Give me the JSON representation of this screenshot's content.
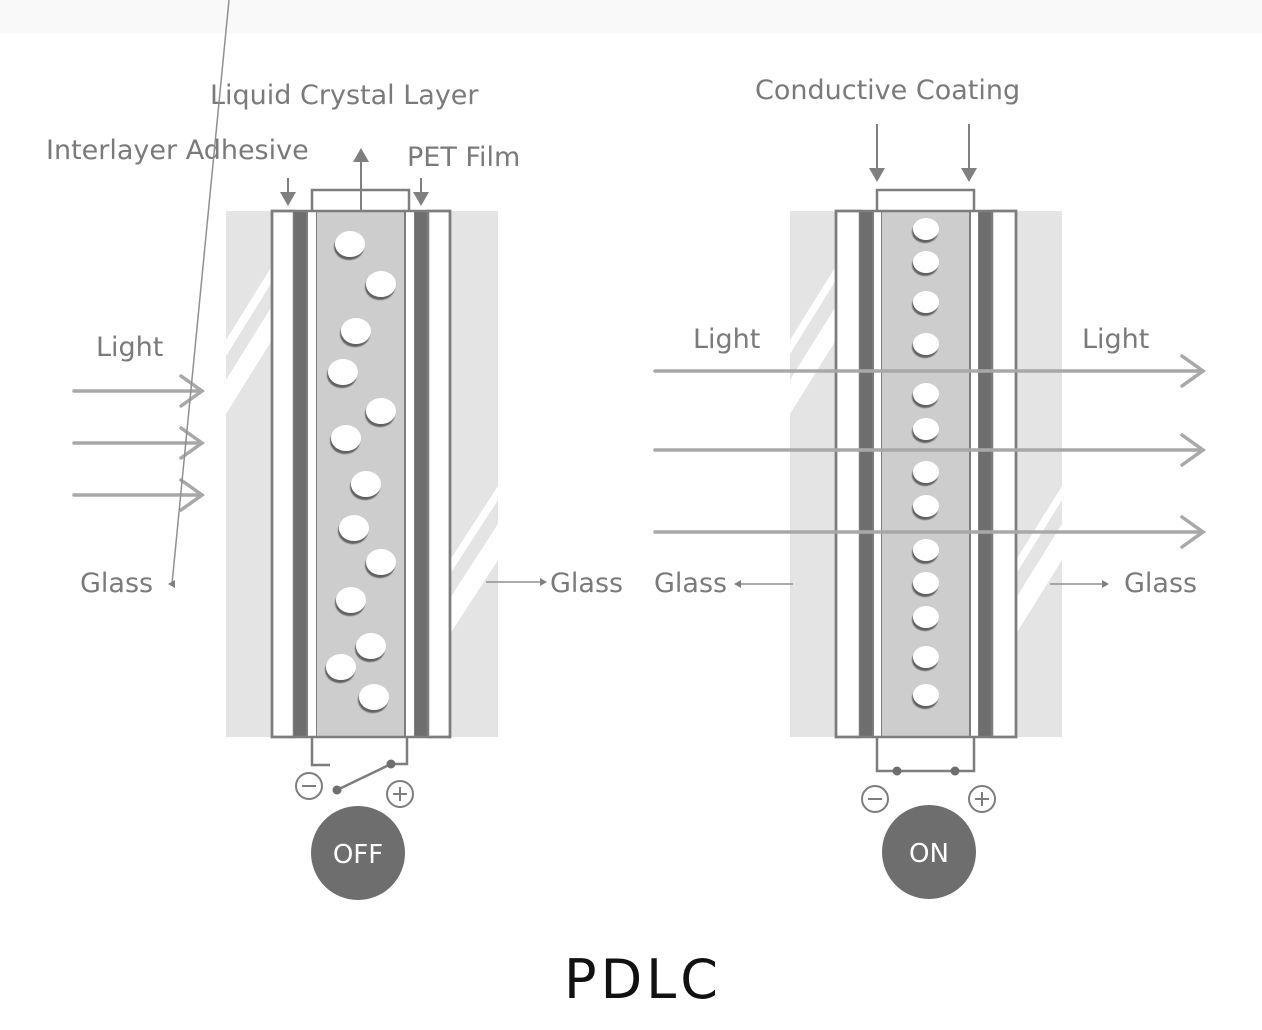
{
  "title": "PDLC",
  "colors": {
    "glass": "#e4e4e4",
    "lc_layer": "#cdcdcd",
    "coating": "#6e6e6e",
    "outline": "#7d7d7d",
    "arrow": "#a8a8a8",
    "state_circle": "#6e6e6e",
    "text": "#7a7a7a",
    "title": "#111111"
  },
  "off_panel": {
    "state_label": "OFF",
    "labels": {
      "liquid_crystal_layer": "Liquid Crystal Layer",
      "interlayer_adhesive": "Interlayer Adhesive",
      "pet_film": "PET Film",
      "light": "Light",
      "glass_left": "Glass",
      "glass_right": "Glass"
    },
    "terminals": {
      "negative": "−",
      "positive": "+"
    },
    "switch_state": "open",
    "droplet_arrangement": "scattered",
    "light_passes": false
  },
  "on_panel": {
    "state_label": "ON",
    "labels": {
      "conductive_coating": "Conductive Coating",
      "light_in": "Light",
      "light_out": "Light",
      "glass_left": "Glass",
      "glass_right": "Glass"
    },
    "terminals": {
      "negative": "−",
      "positive": "+"
    },
    "switch_state": "closed",
    "droplet_arrangement": "aligned",
    "light_passes": true
  }
}
